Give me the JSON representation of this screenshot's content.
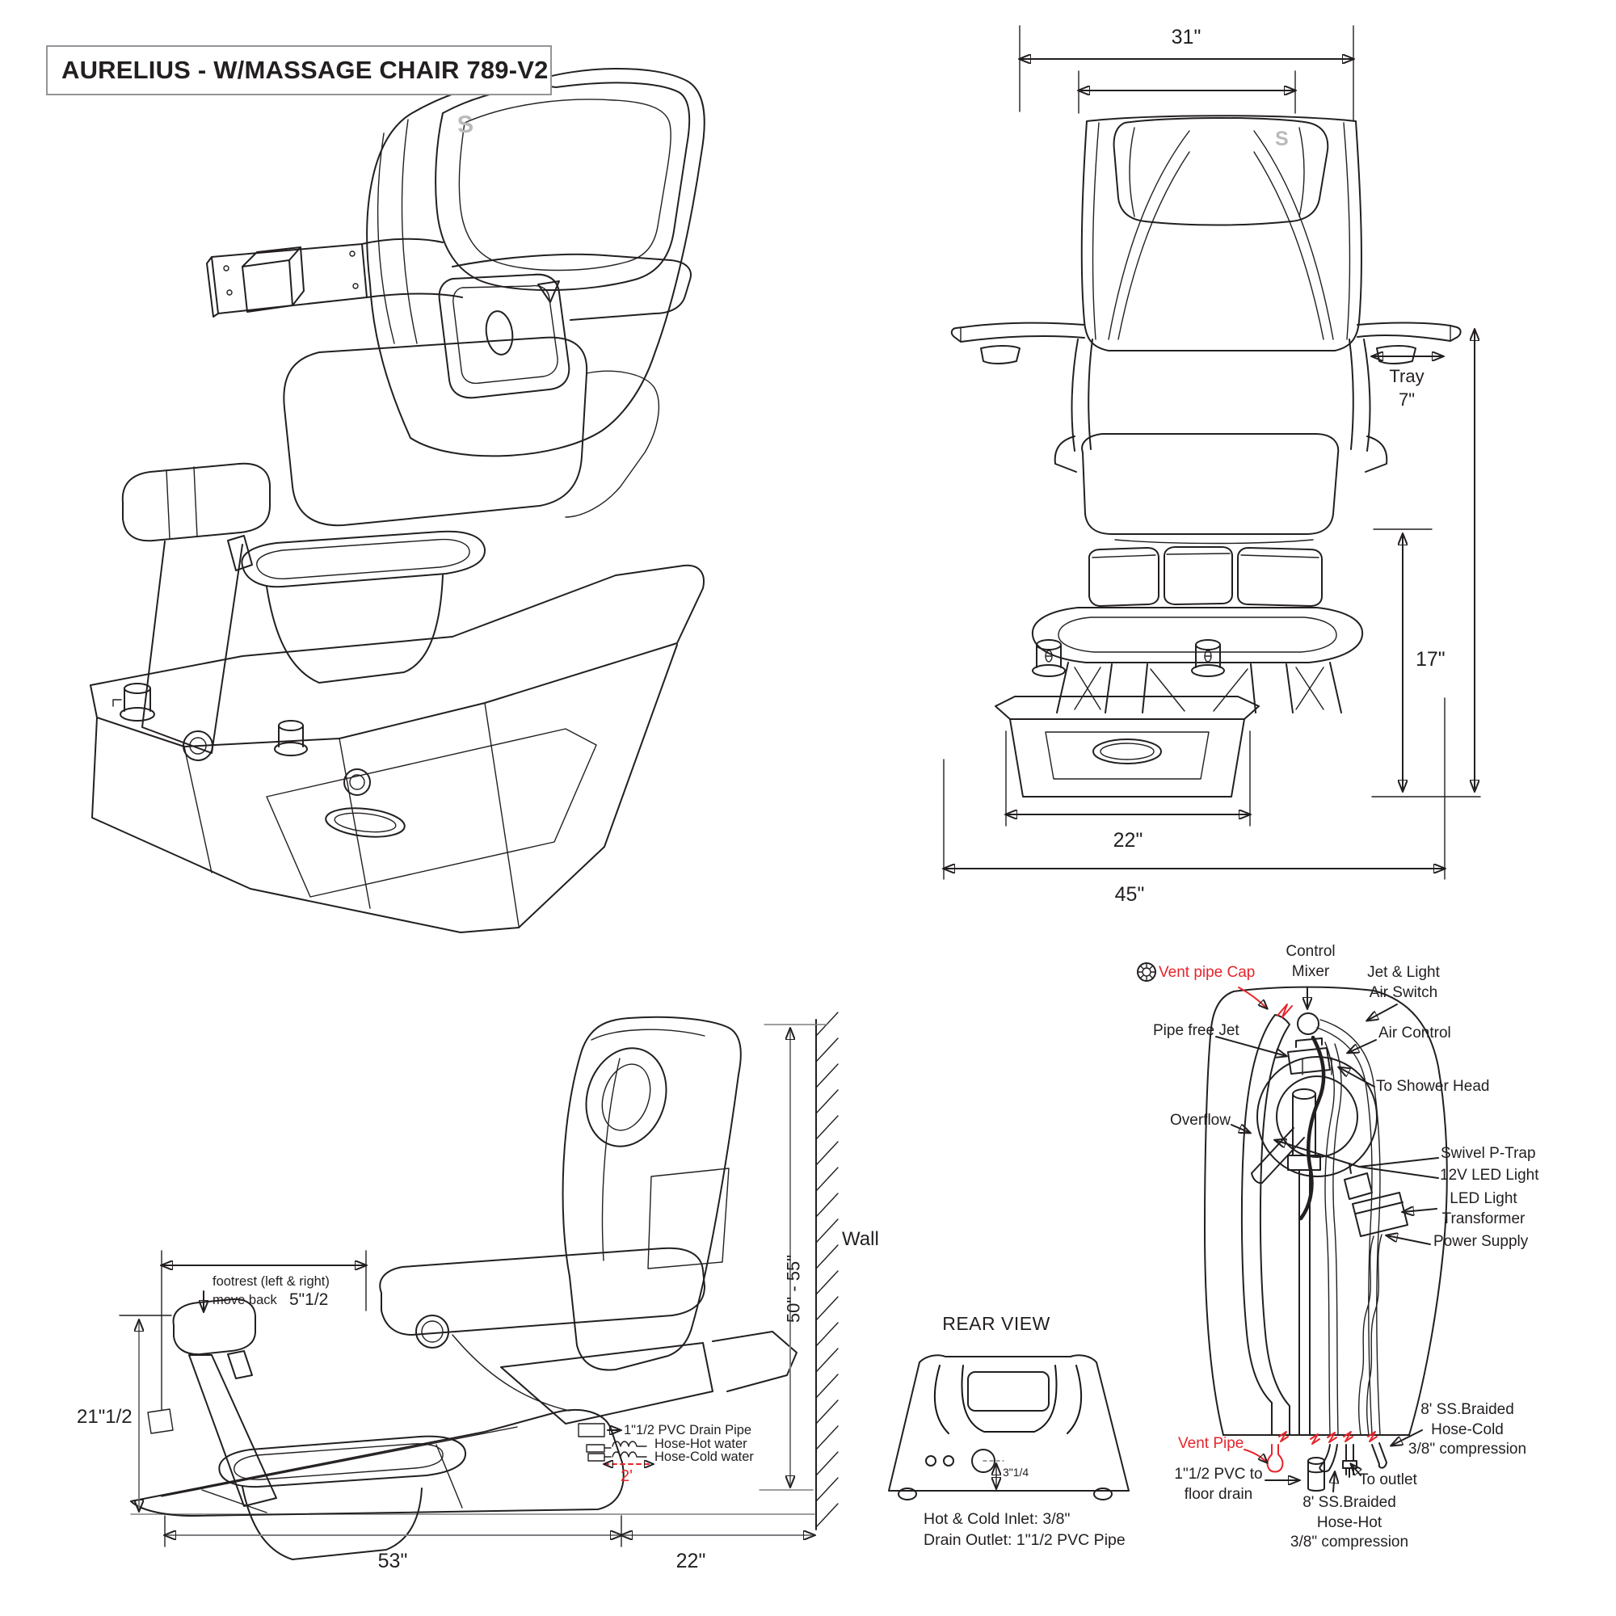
{
  "title": "AURELIUS - W/MASSAGE CHAIR 789-V2",
  "logo": "S",
  "colors": {
    "line": "#231f20",
    "accent_red": "#e6252c",
    "logo_gray": "#b9babc"
  },
  "front": {
    "dim_top_width": "31\"",
    "tray_label": "Tray",
    "tray_dim": "7\"",
    "dim_seat_height": "17\"",
    "dim_base_width": "22\"",
    "dim_overall_width": "45\""
  },
  "side": {
    "footrest_note_1": "footrest (left & right)",
    "footrest_note_2": "move back",
    "footrest_dim": "5\"1/2",
    "dim_footrest_height": "21\"1/2",
    "dim_base_length": "53\"",
    "dim_wall_clearance": "22\"",
    "dim_chair_height": "50\" - 55\"",
    "wall_label": "Wall",
    "drain_pipe_label": "1\"1/2 PVC Drain Pipe",
    "hose_hot_label": "Hose-Hot water",
    "hose_cold_label": "Hose-Cold water",
    "hose_reach_dim": "2'"
  },
  "rear": {
    "title": "REAR VIEW",
    "dim_inlet_offset": "3\"1/4",
    "note_inlet": "Hot & Cold Inlet: 3/8\"",
    "note_drain": "Drain Outlet: 1\"1/2 PVC Pipe"
  },
  "plumbing": {
    "vent_pipe_cap": "Vent pipe Cap",
    "control_mixer": [
      "Control",
      "Mixer"
    ],
    "jet_light_air_switch": [
      "Jet & Light",
      "Air Switch"
    ],
    "pipe_free_jet": "Pipe free Jet",
    "air_control": "Air Control",
    "to_shower_head": "To Shower Head",
    "overflow": "Overflow",
    "swivel_p_trap": "Swivel P-Trap",
    "led_light": "12V LED Light",
    "led_transformer": [
      "LED Light",
      "Transformer"
    ],
    "power_supply": "Power Supply",
    "vent_pipe": "Vent Pipe",
    "pvc_floor_drain": [
      "1\"1/2 PVC to",
      "floor drain"
    ],
    "hose_hot": [
      "8' SS.Braided",
      "Hose-Hot",
      "3/8\" compression"
    ],
    "to_outlet": "To outlet",
    "hose_cold": [
      "8' SS.Braided",
      "Hose-Cold",
      "3/8\" compression"
    ]
  }
}
